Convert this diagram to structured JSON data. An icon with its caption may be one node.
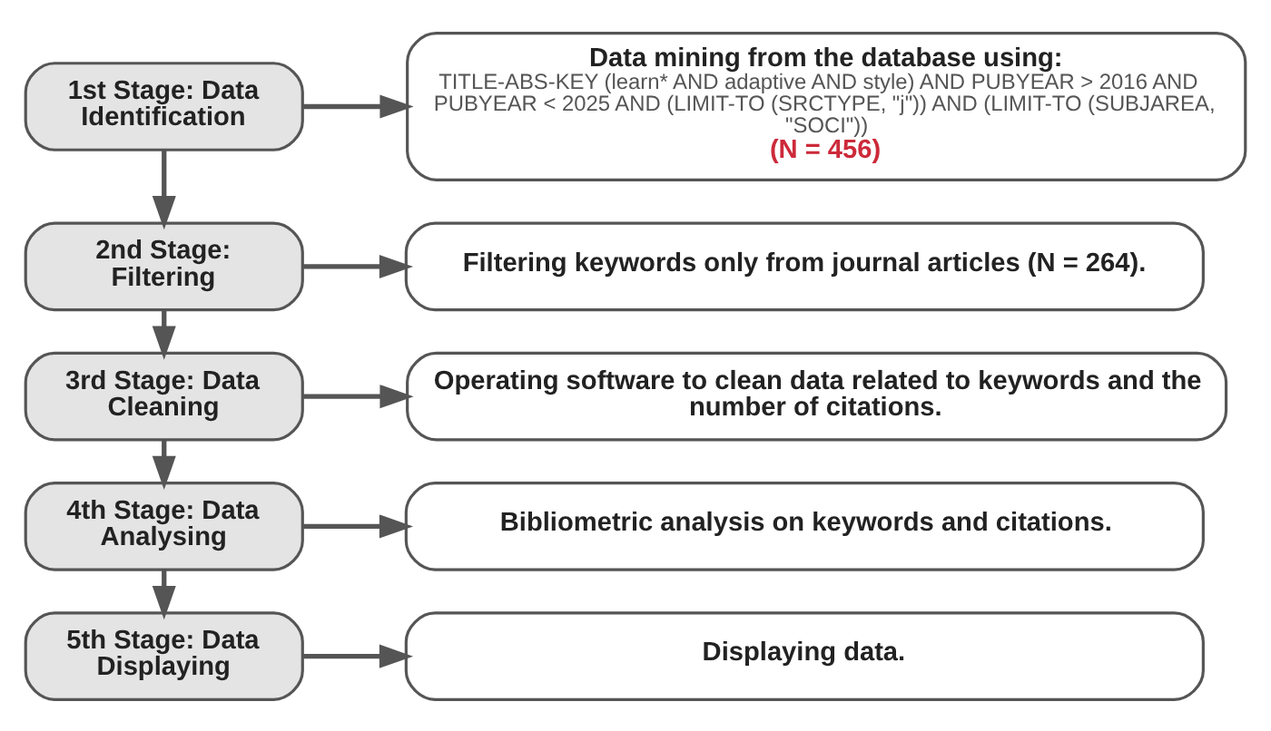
{
  "diagram": {
    "nodes": [
      {
        "text": [
          "1st Stage: Data Identification"
        ]
      },
      {
        "text": [
          "Data mining from the database using:",
          "TITLE-ABS-KEY (learn* AND adaptive AND style) AND PUBYEAR > 2016 AND PUBYEAR < 2025 AND (LIMIT-TO (SRCTYPE, \"j\")) AND (LIMIT-TO (SUBJAREA, \"SOCI\"))",
          "(N = 456)"
        ]
      },
      {
        "text": [
          "2nd Stage: Filtering"
        ]
      },
      {
        "text": [
          "Filtering keywords only from journal articles (N = 264)."
        ]
      },
      {
        "text": [
          "3rd Stage: Data Cleaning"
        ]
      },
      {
        "text": [
          "Operating software to clean data related to keywords and the number of citations."
        ]
      },
      {
        "text": [
          "4th Stage: Data Analysing"
        ]
      },
      {
        "text": [
          "Bibliometric analysis on keywords and citations."
        ]
      },
      {
        "text": [
          "5th Stage: Data Displaying"
        ]
      },
      {
        "text": [
          "Displaying data."
        ]
      }
    ],
    "edges": [
      {
        "from": 0,
        "to": 1,
        "arrow": "to"
      },
      {
        "from": 0,
        "to": 2,
        "arrow": "to"
      },
      {
        "from": 2,
        "to": 3,
        "arrow": "to"
      },
      {
        "from": 2,
        "to": 4,
        "arrow": "to"
      },
      {
        "from": 4,
        "to": 5,
        "arrow": "to"
      },
      {
        "from": 4,
        "to": 6,
        "arrow": "to"
      },
      {
        "from": 6,
        "to": 7,
        "arrow": "to"
      },
      {
        "from": 6,
        "to": 8,
        "arrow": "to"
      },
      {
        "from": 8,
        "to": 9,
        "arrow": "to"
      }
    ]
  }
}
